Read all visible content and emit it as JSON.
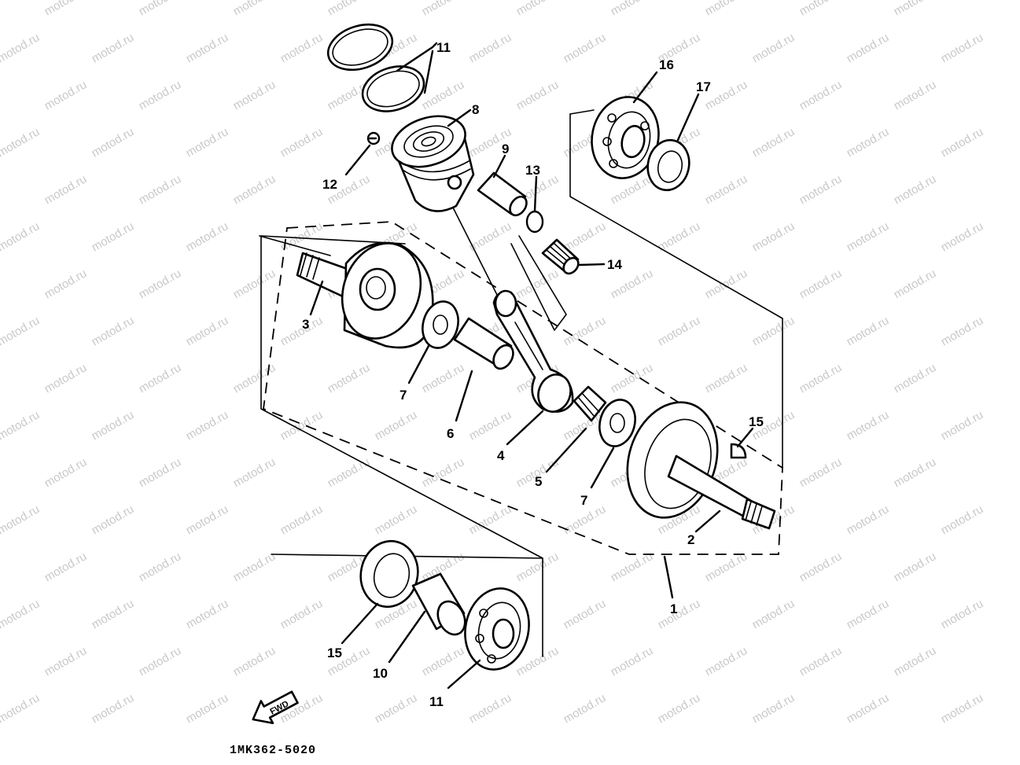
{
  "watermark": "motod.ru",
  "drawing_code": "1MK362-5020",
  "fwd_label": "FWD",
  "callouts": [
    {
      "id": "p1",
      "text": "1"
    },
    {
      "id": "p2",
      "text": "2"
    },
    {
      "id": "p3",
      "text": "3"
    },
    {
      "id": "p4",
      "text": "4"
    },
    {
      "id": "p5",
      "text": "5"
    },
    {
      "id": "p6",
      "text": "6"
    },
    {
      "id": "p7a",
      "text": "7"
    },
    {
      "id": "p7b",
      "text": "7"
    },
    {
      "id": "p8",
      "text": "8"
    },
    {
      "id": "p9",
      "text": "9"
    },
    {
      "id": "p10",
      "text": "10"
    },
    {
      "id": "p11a",
      "text": "11"
    },
    {
      "id": "p11b",
      "text": "11"
    },
    {
      "id": "p12",
      "text": "12"
    },
    {
      "id": "p13",
      "text": "13"
    },
    {
      "id": "p14",
      "text": "14"
    },
    {
      "id": "p15a",
      "text": "15"
    },
    {
      "id": "p15b",
      "text": "15"
    },
    {
      "id": "p16",
      "text": "16"
    },
    {
      "id": "p17",
      "text": "17"
    }
  ]
}
